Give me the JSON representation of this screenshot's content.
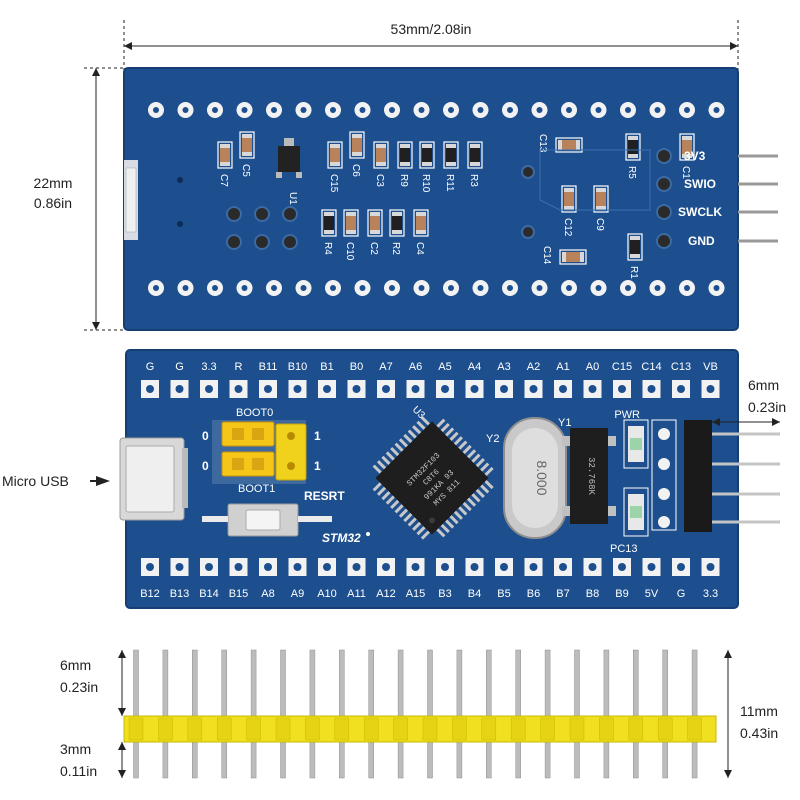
{
  "dimensions": {
    "width_top": "53mm/2.08in",
    "height_mm": "22mm",
    "height_in": "0.86in",
    "pin_len_mm": "6mm",
    "pin_len_in": "0.23in",
    "header_top_mm": "6mm",
    "header_top_in": "0.23in",
    "header_bottom_mm": "3mm",
    "header_bottom_in": "0.11in",
    "header_total_mm": "11mm",
    "header_total_in": "0.43in"
  },
  "callouts": {
    "micro_usb": "Micro USB"
  },
  "back_board": {
    "swd_labels": [
      "3V3",
      "SWIO",
      "SWCLK",
      "GND"
    ],
    "components": [
      {
        "id": "C7",
        "name": "c7"
      },
      {
        "id": "C5",
        "name": "c5"
      },
      {
        "id": "U1",
        "name": "u1"
      },
      {
        "id": "C15",
        "name": "c15"
      },
      {
        "id": "C6",
        "name": "c6"
      },
      {
        "id": "C3",
        "name": "c3"
      },
      {
        "id": "R9",
        "name": "r9"
      },
      {
        "id": "R10",
        "name": "r10"
      },
      {
        "id": "R11",
        "name": "r11"
      },
      {
        "id": "R3",
        "name": "r3"
      },
      {
        "id": "R4",
        "name": "r4"
      },
      {
        "id": "C10",
        "name": "c10"
      },
      {
        "id": "C2",
        "name": "c2"
      },
      {
        "id": "R2",
        "name": "r2"
      },
      {
        "id": "C4",
        "name": "c4"
      },
      {
        "id": "C13",
        "name": "c13"
      },
      {
        "id": "R5",
        "name": "r5"
      },
      {
        "id": "C1",
        "name": "c1"
      },
      {
        "id": "C12",
        "name": "c12"
      },
      {
        "id": "C9",
        "name": "c9"
      },
      {
        "id": "C14",
        "name": "c14"
      },
      {
        "id": "R1",
        "name": "r1"
      }
    ]
  },
  "front_board": {
    "top_pins": [
      "G",
      "G",
      "3.3",
      "R",
      "B11",
      "B10",
      "B1",
      "B0",
      "A7",
      "A6",
      "A5",
      "A4",
      "A3",
      "A2",
      "A1",
      "A0",
      "C15",
      "C14",
      "C13",
      "VB"
    ],
    "bottom_pins": [
      "B12",
      "B13",
      "B14",
      "B15",
      "A8",
      "A9",
      "A10",
      "A11",
      "A12",
      "A15",
      "B3",
      "B4",
      "B5",
      "B6",
      "B7",
      "B8",
      "B9",
      "5V",
      "G",
      "3.3"
    ],
    "boot0": "BOOT0",
    "boot1": "BOOT1",
    "reset": "RESRT",
    "mcu_brand": "STM32",
    "mcu_ref": "U3",
    "crystal_main_ref": "Y2",
    "crystal_main_value": "8.000",
    "crystal_rtc_ref": "Y1",
    "crystal_rtc_value": "32.768K",
    "pwr": "PWR",
    "pc13": "PC13",
    "jumper_0": "0",
    "jumper_1": "1",
    "chip_lines": [
      "STM32F103",
      "C8T6",
      "991KA 93",
      "MYS 811"
    ]
  },
  "colors": {
    "pcb_blue": "#1d4f8f",
    "pcb_edge": "#163e72",
    "pad_white": "#f2f2f2",
    "jumper_yellow": "#f5c518",
    "header_yellow": "#f0e020",
    "pin_silver": "#bcbcbc"
  }
}
